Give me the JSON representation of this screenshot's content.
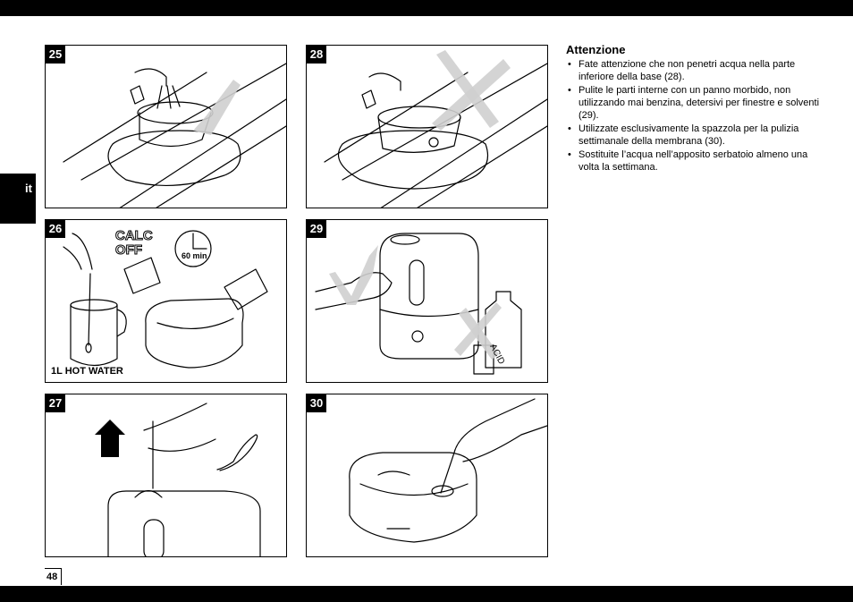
{
  "page": {
    "number": "48",
    "language": "it"
  },
  "panels": [
    {
      "id": "25",
      "label": "25",
      "caption": ""
    },
    {
      "id": "26",
      "label": "26",
      "caption": "1L HOT WATER",
      "timer": "60 min",
      "packet": "CALC OFF"
    },
    {
      "id": "27",
      "label": "27",
      "caption": ""
    },
    {
      "id": "28",
      "label": "28",
      "caption": ""
    },
    {
      "id": "29",
      "label": "29",
      "caption": "",
      "bottle_label": "ACID"
    },
    {
      "id": "30",
      "label": "30",
      "caption": ""
    }
  ],
  "attention": {
    "title": "Attenzione",
    "items": [
      "Fate attenzione che non penetri acqua nella parte inferiore della base (28).",
      "Pulite le parti interne con un panno morbido, non utilizzando mai benzina, detersivi per finestre e solventi (29).",
      "Utilizzate esclusivamente la spazzola per la pulizia settimanale della membrana (30).",
      "Sostituite l’acqua nell’apposito serbatoio almeno una volta la settimana."
    ]
  }
}
